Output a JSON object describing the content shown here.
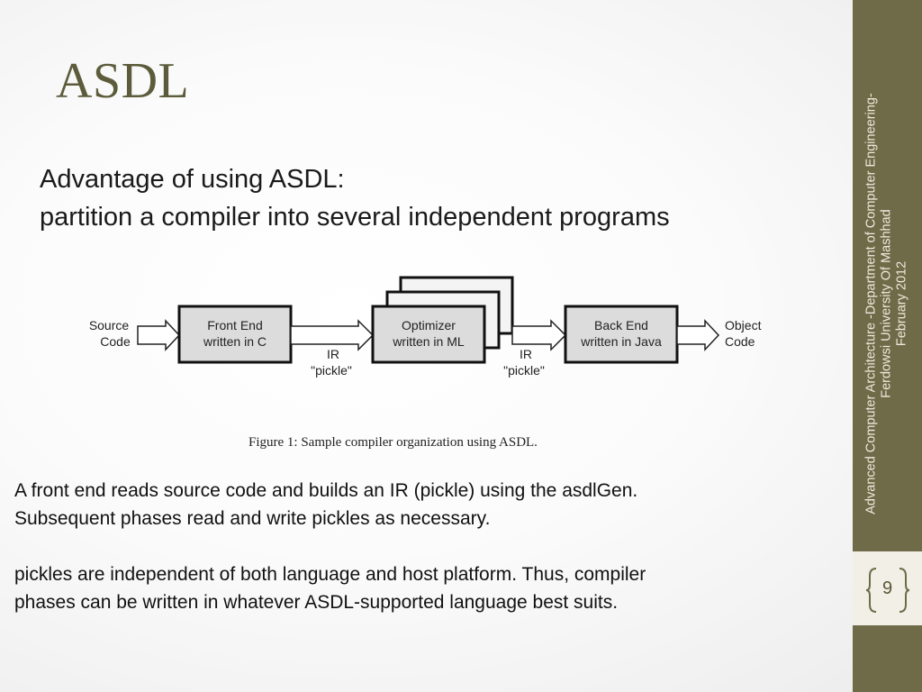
{
  "slide": {
    "title": "ASDL",
    "subtitle_line1": "Advantage of using ASDL:",
    "subtitle_line2": "partition a compiler into several independent programs",
    "paragraph1_line1": "A front end reads source code and builds an IR (pickle) using the asdlGen.",
    "paragraph1_line2": "Subsequent phases read and write pickles as necessary.",
    "paragraph2_line1": "pickles are independent of both language and host platform. Thus, compiler",
    "paragraph2_line2": "phases can be written in whatever ASDL-supported language best suits.",
    "footer_line1": "Advanced Computer Architecture -Department of Computer Engineering-",
    "footer_line2": "Ferdowsi University Of Mashhad",
    "footer_line3": "February 2012",
    "page_number": "9"
  },
  "figure": {
    "caption": "Figure 1: Sample compiler organization using ASDL.",
    "input_label_line1": "Source",
    "input_label_line2": "Code",
    "front_end_line1": "Front End",
    "front_end_line2": "written in C",
    "ir1_line1": "IR",
    "ir1_line2": "\"pickle\"",
    "optimizer_line1": "Optimizer",
    "optimizer_line2": "written in ML",
    "ir2_line1": "IR",
    "ir2_line2": "\"pickle\"",
    "back_end_line1": "Back End",
    "back_end_line2": "written in Java",
    "output_label_line1": "Object",
    "output_label_line2": "Code"
  },
  "colors": {
    "sidebar": "#6f6a48",
    "title": "#5c5c3c",
    "box_fill": "#dcdcdc"
  }
}
